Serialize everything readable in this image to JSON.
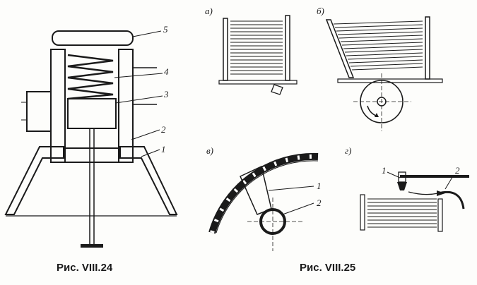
{
  "figures": {
    "fig24": {
      "caption": "Рис. VIII.24",
      "callouts": [
        "1",
        "2",
        "3",
        "4",
        "5"
      ]
    },
    "fig25": {
      "caption": "Рис. VIII.25",
      "panels": {
        "a": "а)",
        "b": "б)",
        "v": "в)",
        "g": "г)"
      },
      "callouts_v": [
        "1",
        "2"
      ],
      "callouts_g": [
        "1",
        "2"
      ]
    }
  }
}
